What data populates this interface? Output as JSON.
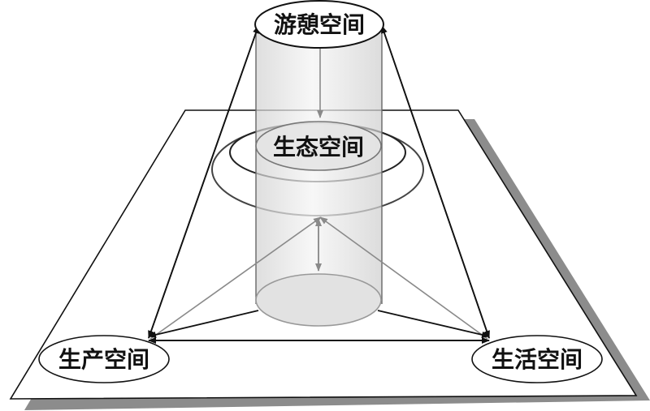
{
  "nodes": {
    "leisure": "游憩空间",
    "ecology": "生态空间",
    "production": "生产空间",
    "living": "生活空间"
  },
  "colors": {
    "line": "#111111",
    "gray_line": "#8a8a8a",
    "shadow": "#8c8c8c",
    "cylinder_fill": "#e6e6e6"
  }
}
